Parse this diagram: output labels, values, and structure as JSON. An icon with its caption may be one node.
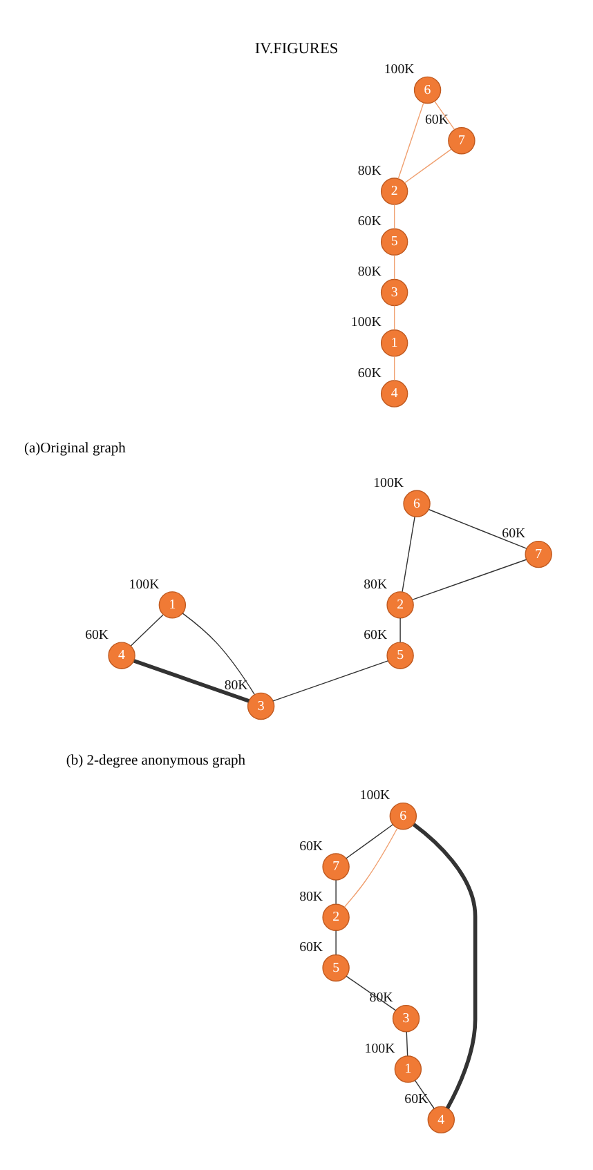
{
  "diagram": {
    "title": "IV.FIGURES",
    "nodes": [
      {
        "text": [
          "6"
        ],
        "beside": [
          "100K"
        ]
      },
      {
        "text": [
          "4"
        ],
        "beside": [
          "60K"
        ]
      },
      {
        "text": [
          "1"
        ],
        "beside": [
          "100K"
        ]
      },
      {
        "text": [
          "7"
        ],
        "beside": [
          "60K"
        ]
      },
      {
        "text": [
          "2"
        ],
        "beside": [
          "80K"
        ]
      },
      {
        "text": [
          "3"
        ],
        "beside": [
          "80K"
        ]
      },
      {
        "text": [
          "5"
        ],
        "beside": [
          "60K"
        ]
      },
      {
        "text": [
          "4"
        ],
        "beside": [
          "60K"
        ]
      },
      {
        "text": [
          "6"
        ],
        "beside": [
          "100K"
        ]
      },
      {
        "text": [
          "1"
        ],
        "beside": [
          "100K"
        ]
      },
      {
        "text": [
          "7"
        ],
        "beside": [
          "60K"
        ]
      },
      {
        "text": [
          "2"
        ],
        "beside": [
          "80K"
        ]
      },
      {
        "text": [
          "3"
        ],
        "beside": [
          "80K"
        ]
      },
      {
        "text": [
          "5"
        ],
        "beside": [
          "60K"
        ]
      },
      {
        "text": [
          "4"
        ],
        "beside": [
          "60K"
        ]
      },
      {
        "text": [
          "6"
        ],
        "beside": [
          "100K"
        ]
      },
      {
        "text": [
          "1"
        ],
        "beside": [
          "100K"
        ]
      },
      {
        "text": [
          "3"
        ],
        "beside": [
          "80K"
        ]
      },
      {
        "text": [
          "7"
        ],
        "beside": [
          "60K"
        ]
      },
      {
        "text": [
          "2"
        ],
        "beside": [
          "80K"
        ]
      },
      {
        "text": [
          "5"
        ],
        "beside": [
          "60K"
        ]
      }
    ],
    "edges": [
      {
        "from": 0,
        "to": 3,
        "arrow": "none",
        "color": "#f0a070"
      },
      {
        "from": 0,
        "to": 4,
        "arrow": "none",
        "color": "#f0a070"
      },
      {
        "from": 3,
        "to": 4,
        "arrow": "none",
        "color": "#f0a070"
      },
      {
        "from": 4,
        "to": 6,
        "arrow": "none",
        "color": "#f0a070"
      },
      {
        "from": 6,
        "to": 5,
        "arrow": "none",
        "color": "#f0a070"
      },
      {
        "from": 5,
        "to": 2,
        "arrow": "none",
        "color": "#f0a070"
      },
      {
        "from": 2,
        "to": 1,
        "arrow": "none",
        "color": "#f0a070"
      },
      {
        "from": 8,
        "to": 10,
        "arrow": "none"
      },
      {
        "from": 8,
        "to": 11,
        "arrow": "none"
      },
      {
        "from": 10,
        "to": 11,
        "arrow": "none"
      },
      {
        "from": 11,
        "to": 13,
        "arrow": "none"
      },
      {
        "from": 13,
        "to": 12,
        "arrow": "none"
      },
      {
        "from": 9,
        "to": 12,
        "arrow": "none"
      },
      {
        "from": 9,
        "to": 7,
        "arrow": "none"
      },
      {
        "from": 7,
        "to": 12,
        "arrow": "none",
        "style": "thick"
      },
      {
        "from": 15,
        "to": 14,
        "arrow": "none",
        "style": "thick"
      },
      {
        "from": 15,
        "to": 18,
        "arrow": "none"
      },
      {
        "from": 15,
        "to": 19,
        "arrow": "none",
        "color": "#f0a070"
      },
      {
        "from": 18,
        "to": 19,
        "arrow": "none"
      },
      {
        "from": 19,
        "to": 20,
        "arrow": "none"
      },
      {
        "from": 20,
        "to": 17,
        "arrow": "none"
      },
      {
        "from": 17,
        "to": 16,
        "arrow": "none"
      },
      {
        "from": 16,
        "to": 14,
        "arrow": "none"
      }
    ],
    "labels": [
      "(a)Original graph",
      "(b) 2-degree anonymous graph"
    ]
  }
}
